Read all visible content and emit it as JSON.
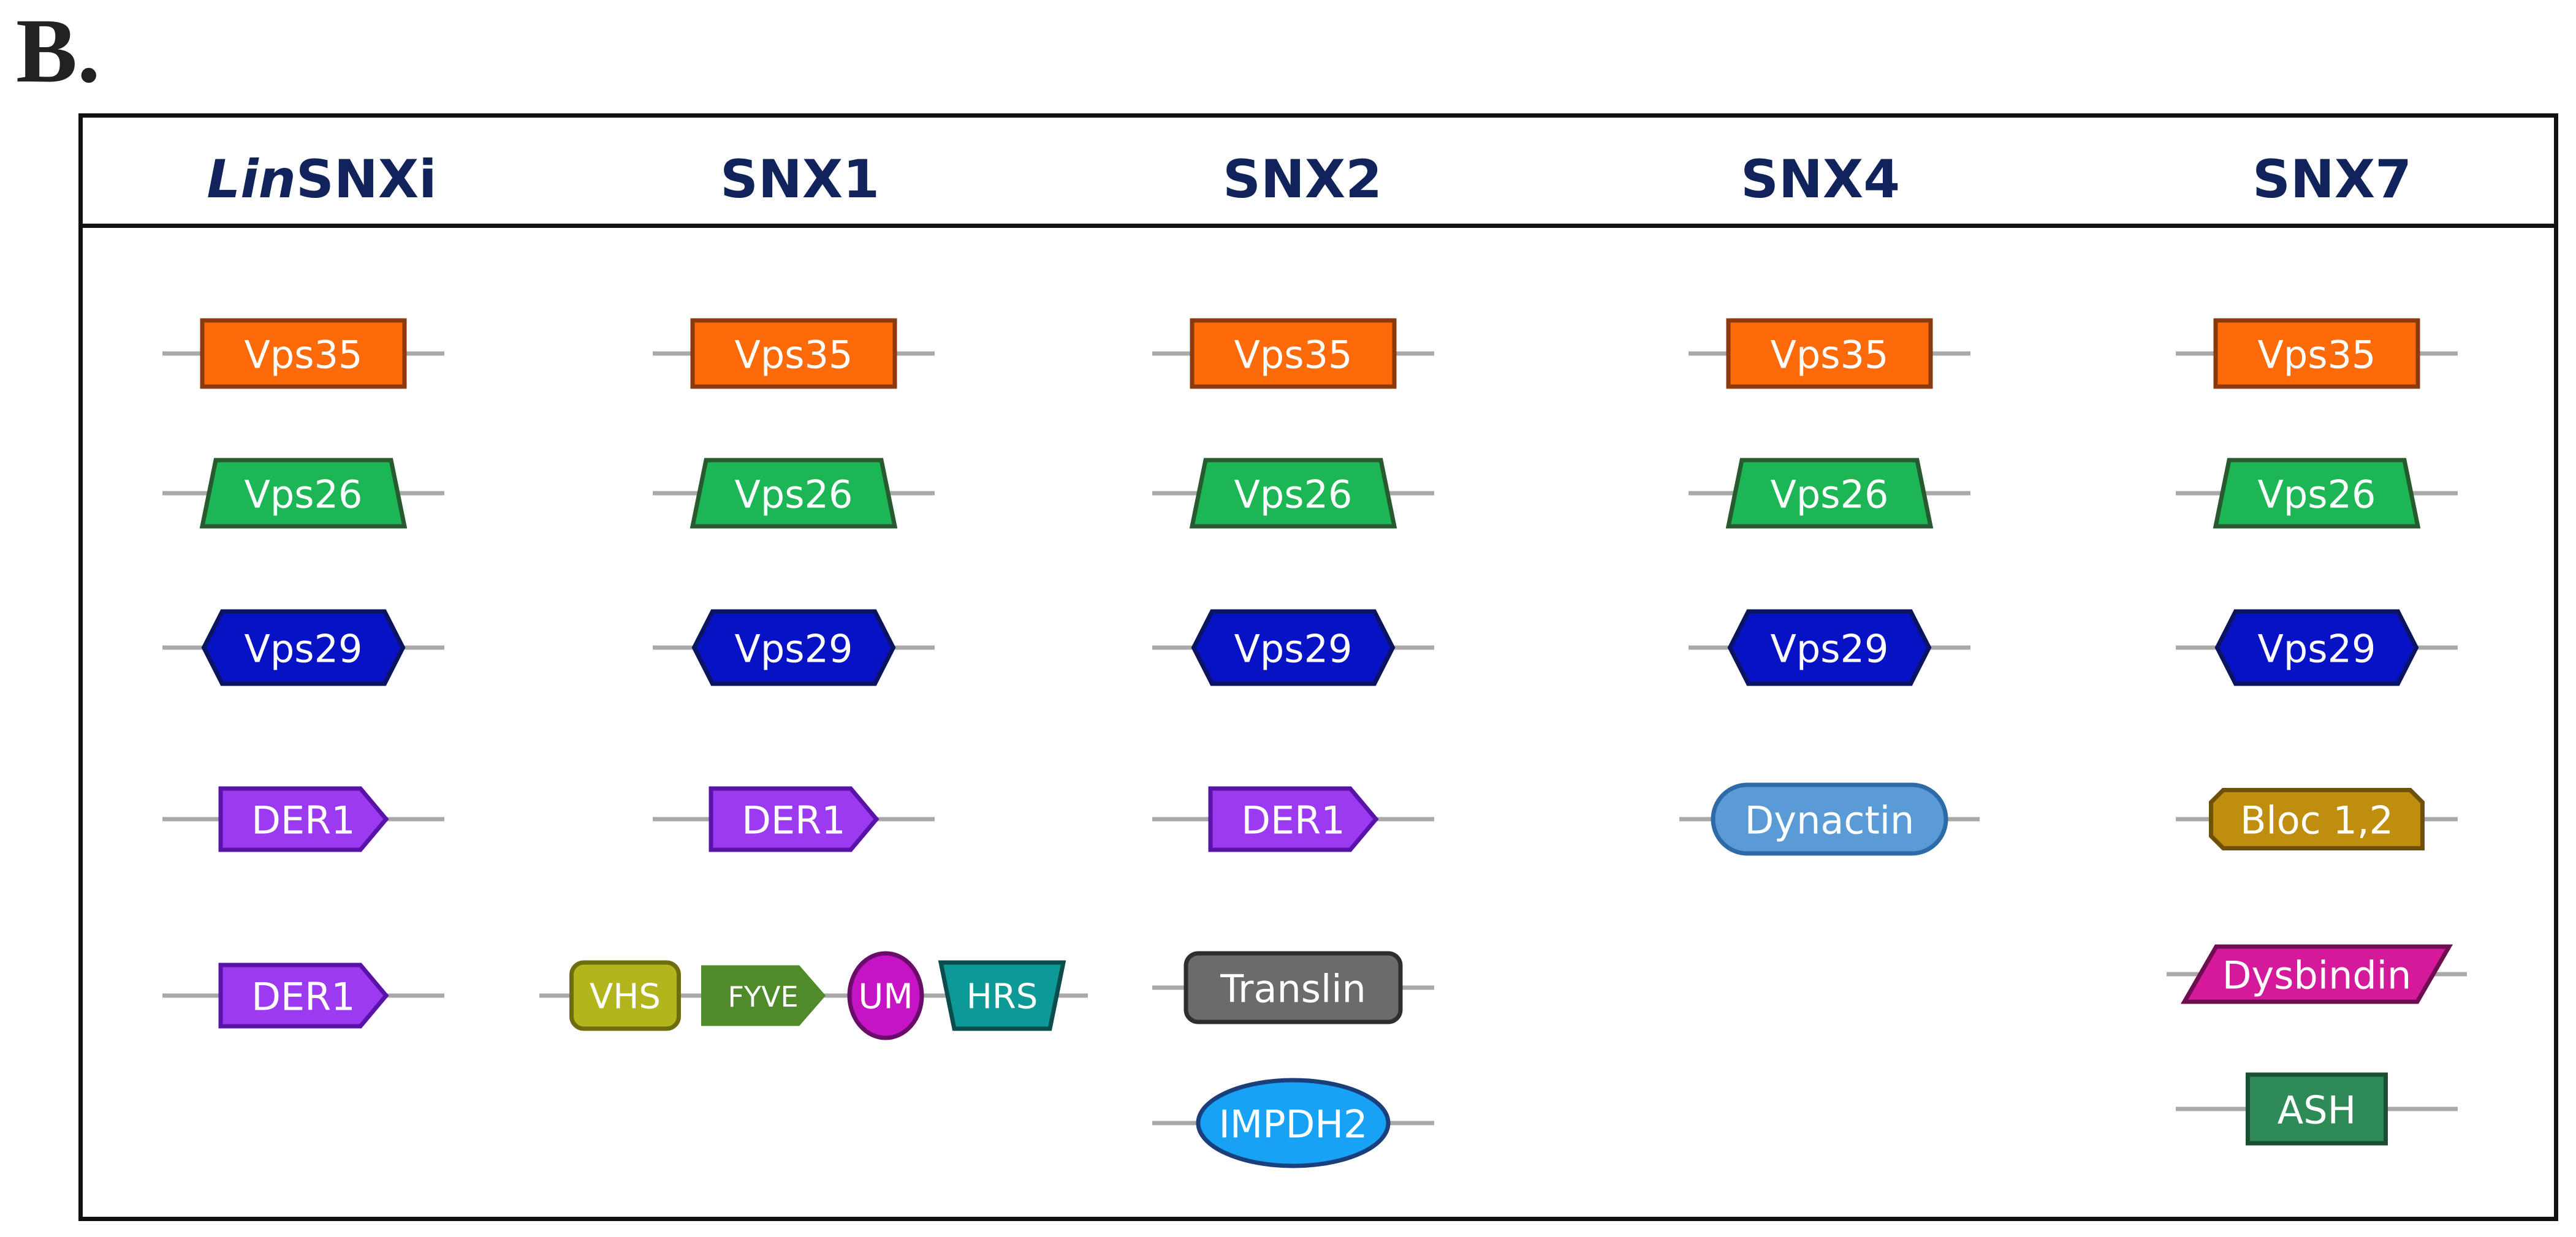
{
  "panel_label": "B.",
  "columns": [
    {
      "title_italic": "Lin",
      "title": "SNXi",
      "domains": [
        {
          "label": "Vps35",
          "shape": "rect",
          "fill": "#fd6a0a",
          "stroke": "#8b3a10"
        },
        {
          "label": "Vps26",
          "shape": "trapezoid",
          "fill": "#1cb654",
          "stroke": "#275a2e"
        },
        {
          "label": "Vps29",
          "shape": "hexagon",
          "fill": "#0812c5",
          "stroke": "#0b1460"
        },
        {
          "label": "DER1",
          "shape": "pentagon-arrow",
          "fill": "#9c3af2",
          "stroke": "#5a13a8"
        },
        {
          "label": "DER1",
          "shape": "pentagon-arrow",
          "fill": "#9c3af2",
          "stroke": "#5a13a8"
        }
      ]
    },
    {
      "title_italic": "",
      "title": "SNX1",
      "domains": [
        {
          "label": "Vps35",
          "shape": "rect",
          "fill": "#fd6a0a",
          "stroke": "#8b3a10"
        },
        {
          "label": "Vps26",
          "shape": "trapezoid",
          "fill": "#1cb654",
          "stroke": "#275a2e"
        },
        {
          "label": "Vps29",
          "shape": "hexagon",
          "fill": "#0812c5",
          "stroke": "#0b1460"
        },
        {
          "label": "DER1",
          "shape": "pentagon-arrow",
          "fill": "#9c3af2",
          "stroke": "#5a13a8"
        },
        {
          "group": [
            {
              "label": "VHS",
              "shape": "rounded",
              "fill": "#b2b51b",
              "stroke": "#6e6e10"
            },
            {
              "label": "FYVE",
              "shape": "arrow",
              "fill": "#4f8a2b",
              "stroke": "#4f8a2b"
            },
            {
              "label": "UM",
              "shape": "ellipse",
              "fill": "#c414c4",
              "stroke": "#6a0d6a"
            },
            {
              "label": "HRS",
              "shape": "inv-trapezoid",
              "fill": "#0d9a96",
              "stroke": "#0b4d4c"
            }
          ]
        }
      ]
    },
    {
      "title_italic": "",
      "title": "SNX2",
      "domains": [
        {
          "label": "Vps35",
          "shape": "rect",
          "fill": "#fd6a0a",
          "stroke": "#8b3a10"
        },
        {
          "label": "Vps26",
          "shape": "trapezoid",
          "fill": "#1cb654",
          "stroke": "#275a2e"
        },
        {
          "label": "Vps29",
          "shape": "hexagon",
          "fill": "#0812c5",
          "stroke": "#0b1460"
        },
        {
          "label": "DER1",
          "shape": "pentagon-arrow",
          "fill": "#9c3af2",
          "stroke": "#5a13a8"
        },
        {
          "label": "Translin",
          "shape": "rounded",
          "fill": "#6b6b6b",
          "stroke": "#2e2e2e"
        },
        {
          "label": "IMPDH2",
          "shape": "ellipse",
          "fill": "#17a2f5",
          "stroke": "#1a3f7a"
        }
      ]
    },
    {
      "title_italic": "",
      "title": "SNX4",
      "domains": [
        {
          "label": "Vps35",
          "shape": "rect",
          "fill": "#fd6a0a",
          "stroke": "#8b3a10"
        },
        {
          "label": "Vps26",
          "shape": "trapezoid",
          "fill": "#1cb654",
          "stroke": "#275a2e"
        },
        {
          "label": "Vps29",
          "shape": "hexagon",
          "fill": "#0812c5",
          "stroke": "#0b1460"
        },
        {
          "label": "Dynactin",
          "shape": "stadium",
          "fill": "#5b9bd5",
          "stroke": "#2e6aa6"
        }
      ]
    },
    {
      "title_italic": "",
      "title": "SNX7",
      "domains": [
        {
          "label": "Vps35",
          "shape": "rect",
          "fill": "#fd6a0a",
          "stroke": "#8b3a10"
        },
        {
          "label": "Vps26",
          "shape": "trapezoid",
          "fill": "#1cb654",
          "stroke": "#275a2e"
        },
        {
          "label": "Vps29",
          "shape": "hexagon",
          "fill": "#0812c5",
          "stroke": "#0b1460"
        },
        {
          "label": "Bloc 1,2",
          "shape": "snipped",
          "fill": "#bf8e0e",
          "stroke": "#6e5108"
        },
        {
          "label": "Dysbindin",
          "shape": "parallelogram",
          "fill": "#d41a9a",
          "stroke": "#6e0d50"
        },
        {
          "label": "ASH",
          "shape": "rect",
          "fill": "#2e8b57",
          "stroke": "#1a4f33"
        }
      ]
    }
  ],
  "colors": {
    "line": "#a9a9a9",
    "title": "#10245b",
    "frame": "#111111"
  }
}
